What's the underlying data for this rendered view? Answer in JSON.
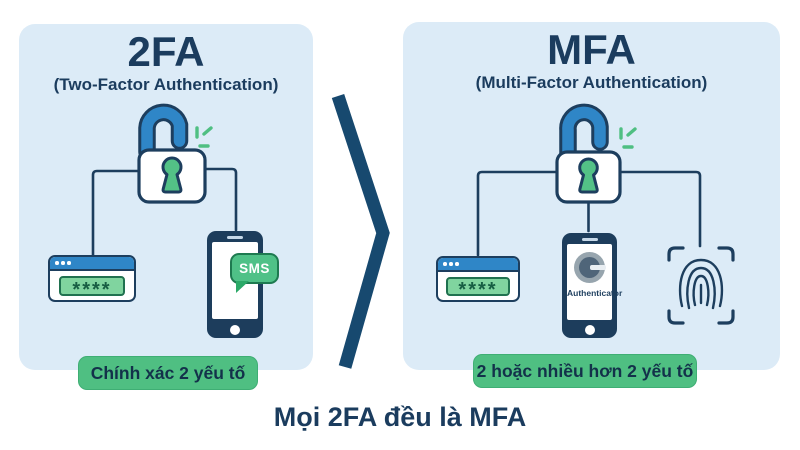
{
  "page": {
    "caption": "Mọi 2FA đều là MFA"
  },
  "panels": {
    "twofa": {
      "title": "2FA",
      "subtitle": "(Two-Factor Authentication)",
      "password_value": "****",
      "sms_label": "SMS",
      "badge": "Chính xác 2 yếu tố"
    },
    "mfa": {
      "title": "MFA",
      "subtitle": "(Multi-Factor Authentication)",
      "password_value": "****",
      "authenticator_label": "Authenticator",
      "badge": "2 hoặc nhiều hơn 2 yếu tố"
    }
  },
  "icons": {
    "left_panel": [
      "open-padlock-icon",
      "sparkle-icon",
      "browser-password-icon",
      "smartphone-icon",
      "sms-bubble-icon"
    ],
    "middle": [
      "chevron-right-icon"
    ],
    "right_panel": [
      "open-padlock-icon",
      "sparkle-icon",
      "browser-password-icon",
      "authenticator-phone-icon",
      "fingerprint-scan-icon"
    ]
  },
  "colors": {
    "panel_background": "#dcebf7",
    "navy_text": "#1b3c5e",
    "outline_navy": "#1d3e5e",
    "blue_accent": "#2f86c7",
    "green_accent": "#4fbf82",
    "green_light": "#80d49f",
    "green_dark_stroke": "#1e7a50",
    "chevron_navy": "#17496f",
    "phone_body": "#1d3d5c"
  }
}
